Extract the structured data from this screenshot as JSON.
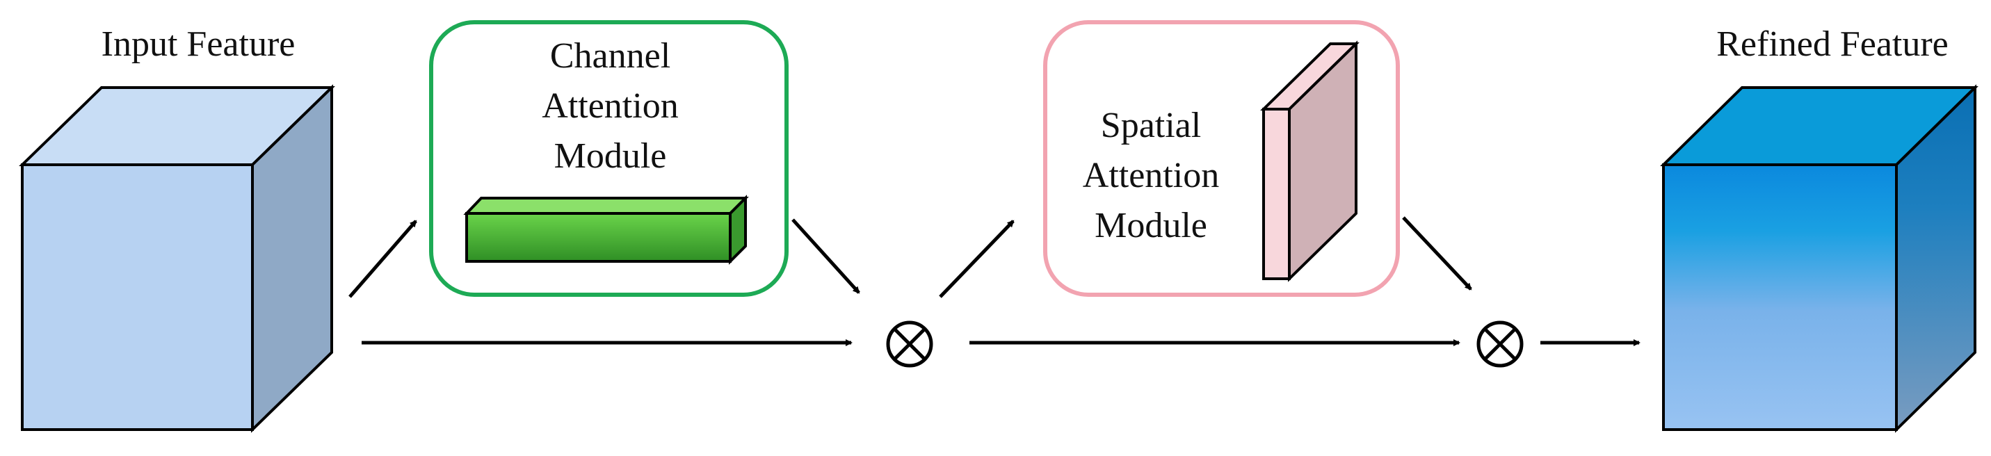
{
  "input": {
    "label": "Input Feature"
  },
  "channel_module": {
    "lines": [
      "Channel",
      "Attention",
      "Module"
    ],
    "border_color": "#1daa55"
  },
  "spatial_module": {
    "lines": [
      "Spatial",
      "Attention",
      "Module"
    ],
    "border_color": "#f2a3b0"
  },
  "output": {
    "label": "Refined Feature"
  },
  "operators": {
    "multiply": "⊗"
  },
  "colors": {
    "input_front": "#b7d2f2",
    "input_top": "#c8ddf5",
    "input_side": "#8fa9c6",
    "channel_bar": "#4cbb3b",
    "spatial_front": "#f8d7dc",
    "spatial_side": "#cfb1b6",
    "output_top": "#0a9bd9",
    "output_front_top": "#0b8fde",
    "output_front_bottom": "#8fbdf0"
  }
}
